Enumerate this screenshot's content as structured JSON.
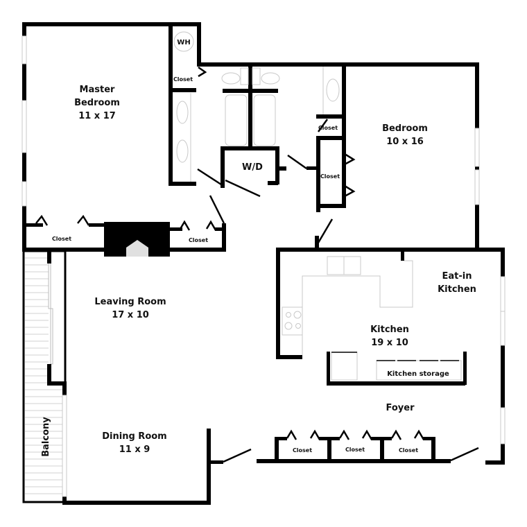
{
  "plan": {
    "rooms": {
      "master_bedroom": {
        "name_line1": "Master",
        "name_line2": "Bedroom",
        "size": "11 x 17"
      },
      "bedroom": {
        "name": "Bedroom",
        "size": "10 x 16"
      },
      "living_room": {
        "name": "Leaving Room",
        "size": "17 x 10"
      },
      "dining_room": {
        "name": "Dining Room",
        "size": "11 x 9"
      },
      "kitchen": {
        "name": "Kitchen",
        "size": "19 x 10"
      },
      "eat_in_kitchen": {
        "name_line1": "Eat-in",
        "name_line2": "Kitchen"
      },
      "foyer": {
        "name": "Foyer"
      },
      "balcony": {
        "name": "Balcony"
      }
    },
    "fixtures": {
      "water_heater": "WH",
      "washer_dryer": "W/D",
      "kitchen_storage": "Kitchen storage"
    },
    "closets": {
      "wh_closet": "Closet",
      "hall_closet": "Closet",
      "bedroom_closet": "Closet",
      "master_closet_left": "Closet",
      "master_closet_right": "Closet",
      "foyer_closet_1": "Closet",
      "foyer_closet_2": "Closet",
      "foyer_closet_3": "Closet"
    }
  }
}
